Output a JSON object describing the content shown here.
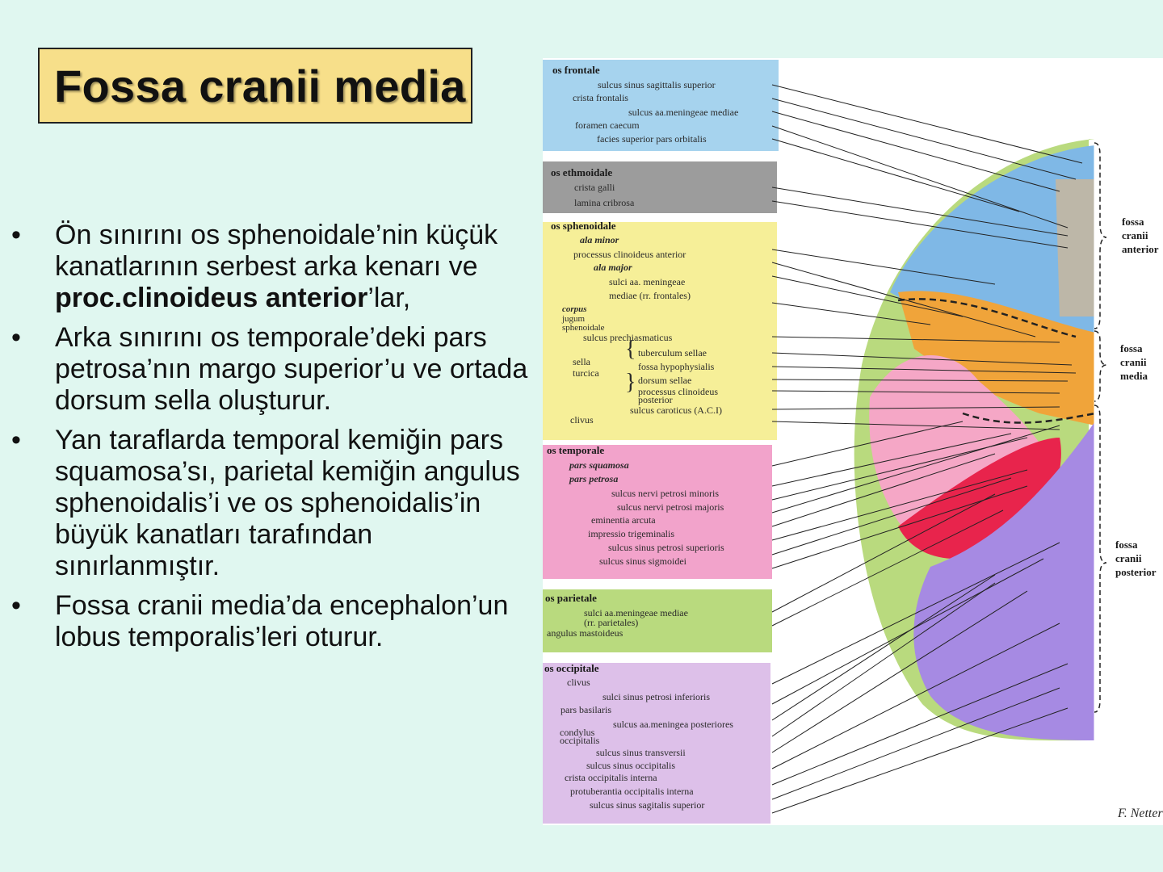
{
  "title": "Fossa cranii media",
  "bullets": [
    {
      "parts": [
        {
          "text": "Ön sınırını os sphenoidale’nin küçük kanatlarının serbest arka kenarı ve ",
          "bold": false
        },
        {
          "text": "proc.clinoideus anterior",
          "bold": true
        },
        {
          "text": "’lar,",
          "bold": false
        }
      ]
    },
    {
      "parts": [
        {
          "text": "Arka sınırını os temporale’deki pars petrosa’nın margo superior’u ve ortada dorsum sella oluşturur.",
          "bold": false
        }
      ]
    },
    {
      "parts": [
        {
          "text": "Yan taraflarda temporal kemiğin pars squamosa’sı, parietal kemiğin angulus sphenoidalis’i ve os sphenoidalis’in büyük kanatları tarafından sınırlanmıştır.",
          "bold": false
        }
      ]
    },
    {
      "parts": [
        {
          "text": "Fossa cranii media’da encephalon’un lobus temporalis’leri oturur.",
          "bold": false
        }
      ]
    }
  ],
  "bullet_symbol": "•",
  "figure": {
    "groups": [
      {
        "heading": "os frontale",
        "color": "#a6d3ee",
        "items": [
          "sulcus sinus sagittalis superior",
          "crista frontalis",
          "sulcus aa.meningeae mediae",
          "foramen caecum",
          "facies superior pars orbitalis"
        ]
      },
      {
        "heading": "os ethmoidale",
        "color": "#9c9c9c",
        "items": [
          "crista galli",
          "lamina cribrosa"
        ]
      },
      {
        "heading": "os sphenoidale",
        "color": "#f6ef98",
        "items": [
          "ala minor",
          "processus clinoideus anterior",
          "ala major",
          "sulci aa. meningeae",
          "mediae (rr. frontales)",
          "corpus",
          "jugum",
          "sphenoidale",
          "sulcus prechiasmaticus",
          "sella",
          "turcica",
          "tuberculum sellae",
          "fossa hypophysialis",
          "dorsum sellae",
          "processus clinoideus",
          "posterior",
          "sulcus caroticus (A.C.I)",
          "clivus"
        ]
      },
      {
        "heading": "os temporale",
        "color": "#f2a3cb",
        "items": [
          "pars squamosa",
          "pars petrosa",
          "sulcus nervi petrosi minoris",
          "sulcus nervi petrosi majoris",
          "eminentia arcuta",
          "impressio trigeminalis",
          "sulcus sinus petrosi superioris",
          "sulcus sinus sigmoidei"
        ]
      },
      {
        "heading": "os parietale",
        "color": "#b9da7e",
        "items": [
          "sulci aa.meningeae mediae",
          "(rr. parietales)",
          "angulus mastoideus"
        ]
      },
      {
        "heading": "os occipitale",
        "color": "#ddc0e9",
        "items": [
          "clivus",
          "sulci sinus petrosi inferioris",
          "pars basilaris",
          "sulcus aa.meningea posteriores",
          "condylus",
          "occipitalis",
          "sulcus sinus transversii",
          "sulcus sinus occipitalis",
          "crista occipitalis interna",
          "protuberantia occipitalis interna",
          "sulcus sinus sagitalis superior"
        ]
      }
    ],
    "regions": [
      {
        "lines": [
          "fossa",
          "cranii",
          "anterior"
        ]
      },
      {
        "lines": [
          "fossa",
          "cranii",
          "media"
        ]
      },
      {
        "lines": [
          "fossa",
          "cranii",
          "posterior"
        ]
      }
    ],
    "signature": "F. Netter"
  }
}
